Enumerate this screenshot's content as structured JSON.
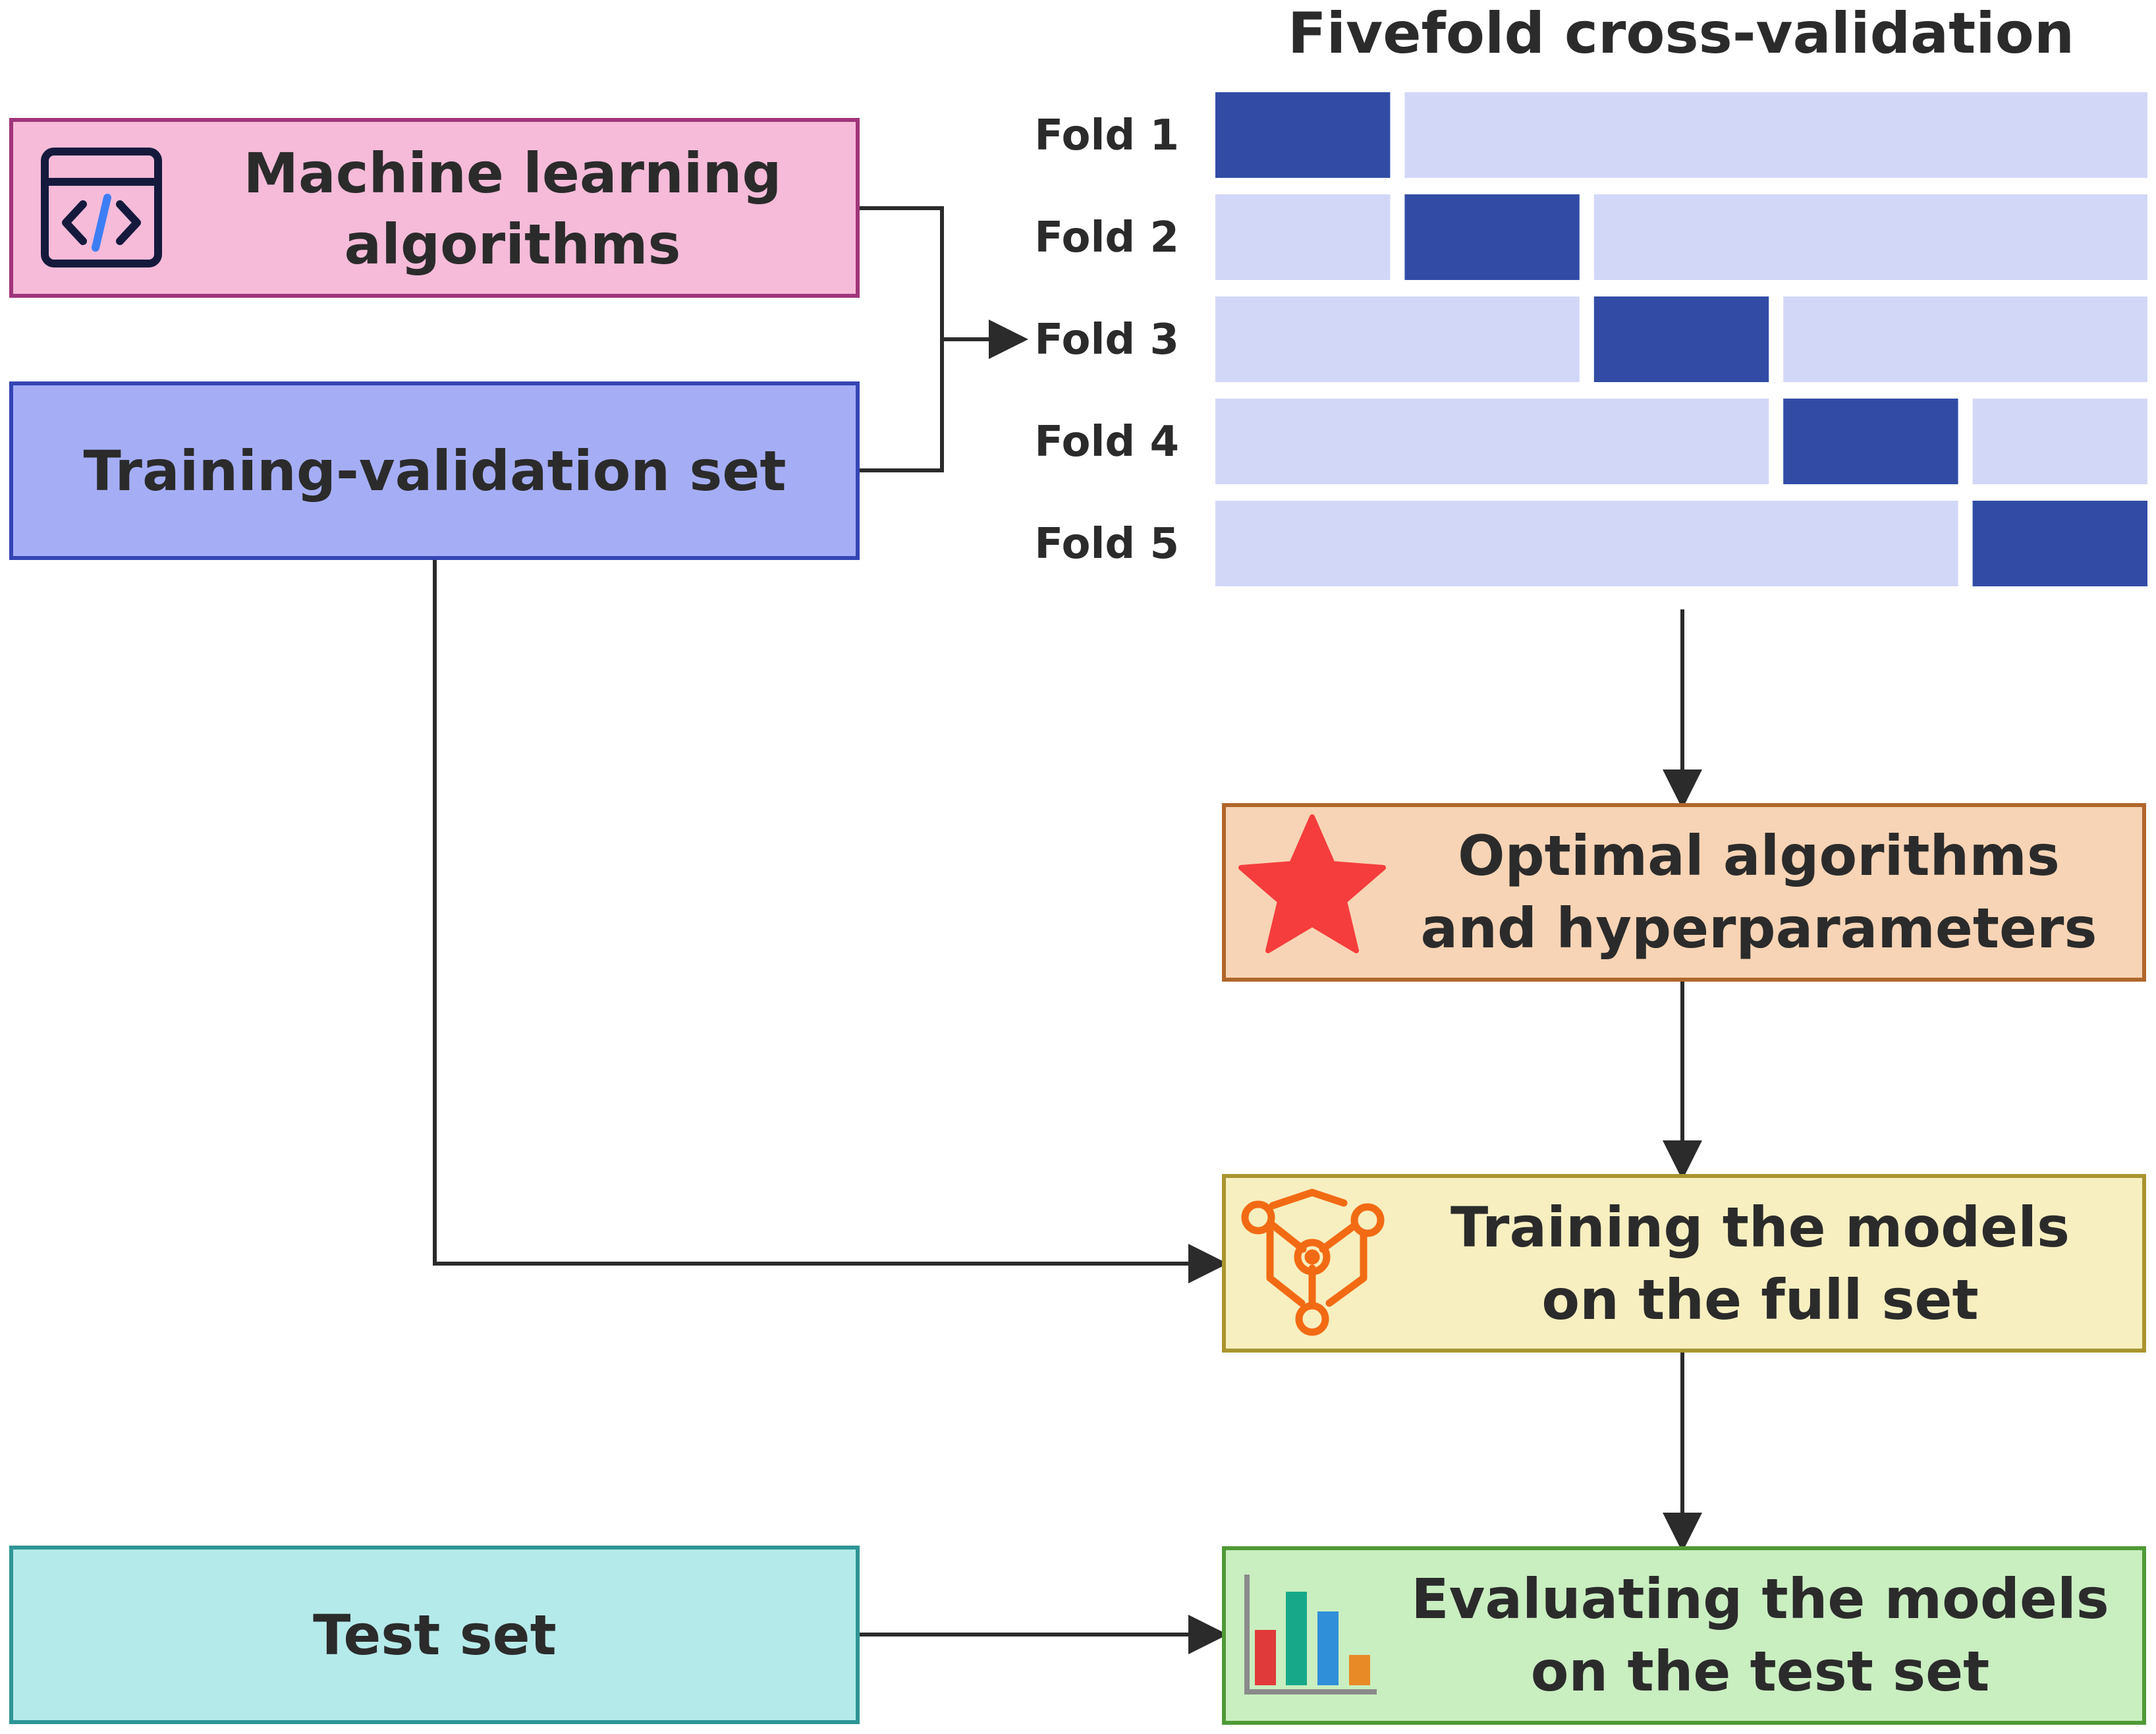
{
  "diagram": {
    "title": "Fivefold cross-validation",
    "boxes": {
      "ml": {
        "line1": "Machine learning",
        "line2": "algorithms",
        "fill": "#f5bbd9",
        "stroke": "#a0357a",
        "icon": "code-window-icon"
      },
      "trainval": {
        "label": "Training-validation set",
        "fill": "#a5aef5",
        "stroke": "#3545b5"
      },
      "test": {
        "label": "Test set",
        "fill": "#b5eaea",
        "stroke": "#2e9595"
      },
      "optimal": {
        "line1": "Optimal algorithms",
        "line2": "and hyperparameters",
        "fill": "#f7d4b5",
        "stroke": "#b0662a",
        "icon": "star-icon"
      },
      "fullset": {
        "line1": "Training the models",
        "line2": "on the full set",
        "fill": "#f7efc0",
        "stroke": "#a89530",
        "icon": "model-cube-icon"
      },
      "evaluate": {
        "line1": "Evaluating the models",
        "line2": "on the test set",
        "fill": "#c9eec0",
        "stroke": "#4f9a35",
        "icon": "bar-chart-icon"
      }
    },
    "folds": [
      {
        "label": "Fold 1",
        "validation_index": 1
      },
      {
        "label": "Fold 2",
        "validation_index": 2
      },
      {
        "label": "Fold 3",
        "validation_index": 3
      },
      {
        "label": "Fold 4",
        "validation_index": 4
      },
      {
        "label": "Fold 5",
        "validation_index": 5
      }
    ],
    "colors": {
      "validation_fold": "#324ca6",
      "training_fold": "#d3d7f7",
      "connector": "#2b2b2b"
    }
  }
}
